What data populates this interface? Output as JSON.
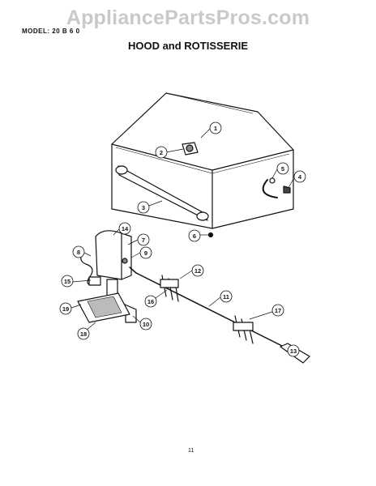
{
  "watermark": "AppliancePartsPros.com",
  "model_label": "MODEL: 20 B 6 0",
  "title": "HOOD and ROTISSERIE",
  "page_number": "11",
  "callouts": [
    "1",
    "2",
    "3",
    "4",
    "5",
    "6",
    "7",
    "8",
    "9",
    "10",
    "11",
    "12",
    "13",
    "14",
    "15",
    "16",
    "17",
    "18",
    "19"
  ]
}
